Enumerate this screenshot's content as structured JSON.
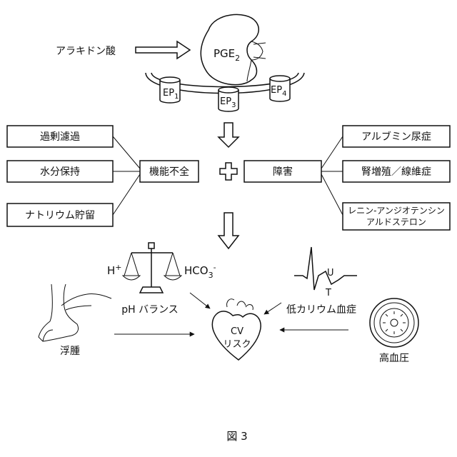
{
  "arachidonic_acid": "アラキドン酸",
  "pge2": {
    "main": "PGE",
    "sub": "2"
  },
  "receptors": [
    {
      "main": "EP",
      "sub": "1"
    },
    {
      "main": "EP",
      "sub": "3"
    },
    {
      "main": "EP",
      "sub": "4"
    }
  ],
  "left_items": [
    "過剰濾過",
    "水分保持",
    "ナトリウム貯留"
  ],
  "dysfunction": "機能不全",
  "damage": "障害",
  "right_items": [
    "アルブミン尿症",
    "腎増殖／線維症"
  ],
  "raas_line1": "レニン-アンジオテンシン",
  "raas_line2": "アルドステロン",
  "h_plus": {
    "main": "H",
    "sup": "+"
  },
  "hco3": {
    "main": "HCO",
    "sub": "3",
    "sup": "-"
  },
  "ph_balance": "pH バランス",
  "edema": "浮腫",
  "cv_risk_line1": "CV",
  "cv_risk_line2": "リスク",
  "hypokalemia": "低カリウム血症",
  "ecg_u": "U",
  "ecg_t": "T",
  "hypertension": "高血圧",
  "figure_caption": "図 3"
}
